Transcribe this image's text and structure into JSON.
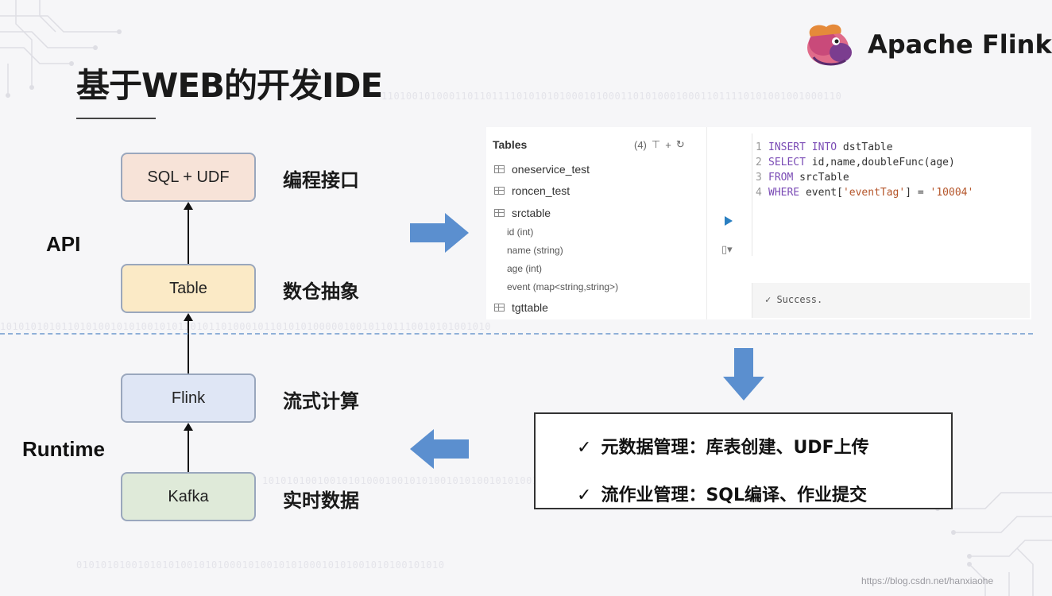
{
  "slide": {
    "title": "基于WEB的开发IDE",
    "logo_text": "Apache Flink",
    "watermark": "https://blog.csdn.net/hanxiaohe",
    "binary_strings": [
      "110100101000110110111101010101000101000110101000100011011110101001001000110",
      "10101010101101010010101001010110101101000101101010100000100101101110010101001010",
      "1010101001001010100010010101001010100101010010101001010101001010010101",
      "010101010010101010010101000101001010100010101001010100101010"
    ]
  },
  "stack": {
    "boxes": [
      {
        "label": "SQL + UDF",
        "caption": "编程接口"
      },
      {
        "label": "Table",
        "caption": "数仓抽象"
      },
      {
        "label": "Flink",
        "caption": "流式计算"
      },
      {
        "label": "Kafka",
        "caption": "实时数据"
      }
    ],
    "api_label": "API",
    "runtime_label": "Runtime"
  },
  "ide": {
    "tables_header": "Tables",
    "tables_count": "(4)",
    "tables": [
      "oneservice_test",
      "roncen_test",
      "srctable",
      "tgttable"
    ],
    "srctable_columns": [
      "id (int)",
      "name (string)",
      "age (int)",
      "event (map<string,string>)"
    ],
    "code_lines": [
      {
        "num": "1",
        "kw": "INSERT INTO",
        "rest": " dstTable"
      },
      {
        "num": "2",
        "kw": "SELECT",
        "rest": " id,name,doubleFunc(age)"
      },
      {
        "num": "3",
        "kw": "FROM",
        "rest": " srcTable"
      },
      {
        "num": "4",
        "kw": "WHERE",
        "rest": " event[",
        "str": "'eventTag'",
        "rest2": "] = ",
        "str2": "'10004'"
      }
    ],
    "result_text": "Success."
  },
  "management": {
    "lines": [
      "元数据管理：库表创建、UDF上传",
      "流作业管理：SQL编译、作业提交"
    ],
    "check_glyph": "✓"
  },
  "colors": {
    "arrow_blue": "#5b8fcf",
    "dash_blue": "#8fb0d8",
    "keyword_purple": "#7a4bb5",
    "string_orange": "#b5562b"
  }
}
